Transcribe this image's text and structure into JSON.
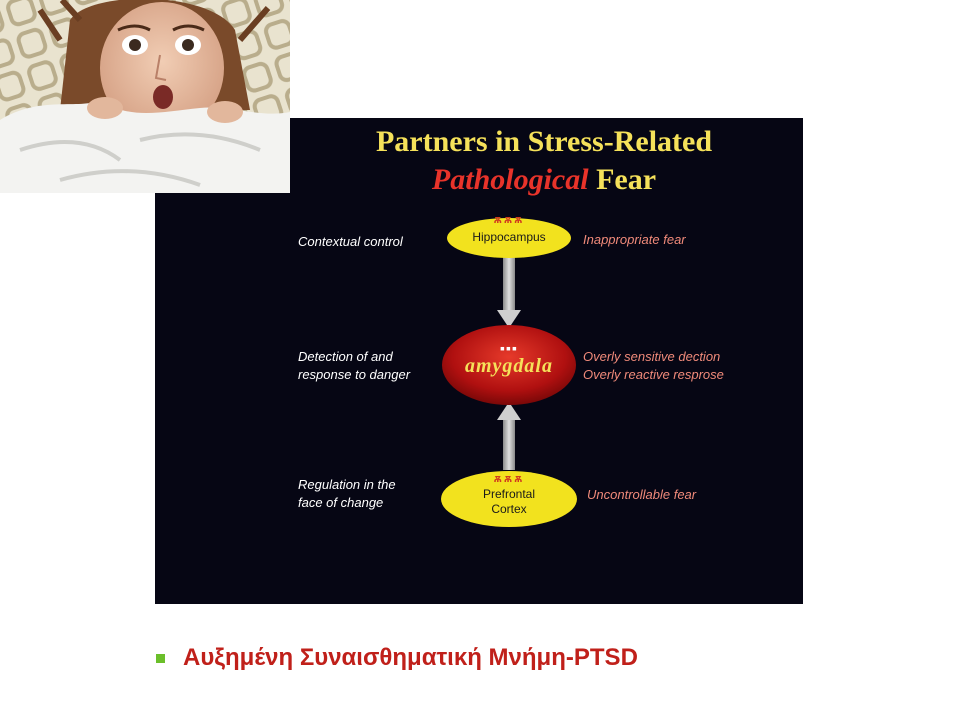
{
  "diagram": {
    "title_line1": "Partners in Stress-Related",
    "title_line2_accent": "Pathological",
    "title_line2_rest": " Fear",
    "rows": [
      {
        "left": "Contextual control",
        "node": "Hippocampus",
        "node_marks": "ѫѫѫ",
        "right": "Inappropriate fear"
      },
      {
        "left": "Detection of and\nresponse to danger",
        "node": "amygdala",
        "node_marks": "▪▪▪",
        "right": "Overly sensitive dection\nOverly reactive resprose"
      },
      {
        "left": "Regulation in the\nface of change",
        "node": "Prefrontal\nCortex",
        "node_marks": "ѫѫѫ",
        "right": "Uncontrollable fear"
      }
    ],
    "colors": {
      "background": "#060614",
      "title": "#f5e15a",
      "title_accent": "#e8332a",
      "node_yellow": "#f2e21e",
      "node_red": "#b01010",
      "right_labels": "#f08a7a"
    }
  },
  "caption": {
    "text": "Αυξημένη Συναισθηματική Μνήμη-PTSD",
    "bullet_color": "#6bbf2a",
    "text_color": "#c0201a"
  }
}
